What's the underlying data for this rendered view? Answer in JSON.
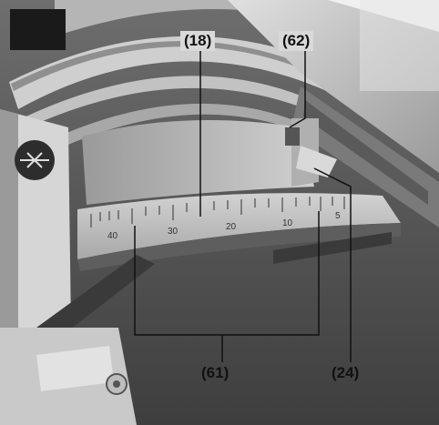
{
  "callouts": {
    "c18": "(18)",
    "c62": "(62)",
    "c61": "(61)",
    "c24": "(24)"
  },
  "scale_labels": [
    "40",
    "30",
    "20",
    "10",
    "5"
  ],
  "colors": {
    "metal_dark": "#4a4a4a",
    "metal_mid": "#8a8a8a",
    "metal_light": "#c8c8c8",
    "scale_plate": "#bdbdbd"
  }
}
